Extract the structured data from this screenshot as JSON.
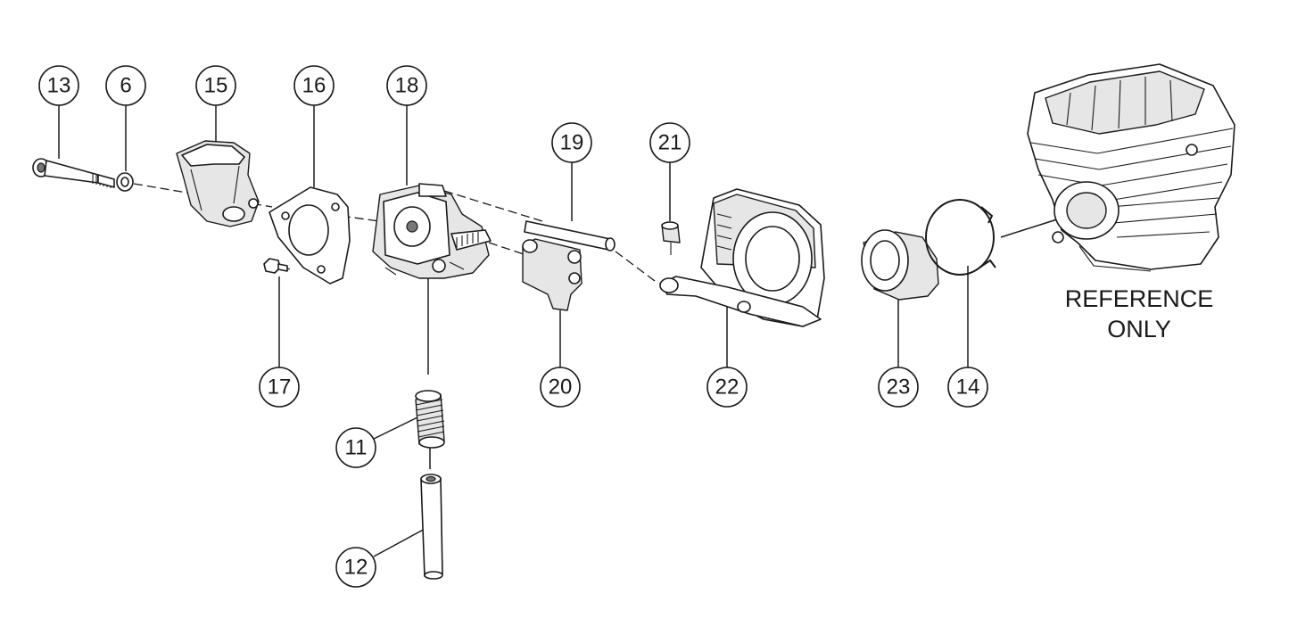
{
  "callouts": {
    "c13": "13",
    "c6": "6",
    "c15": "15",
    "c16": "16",
    "c18": "18",
    "c19": "19",
    "c21": "21",
    "c17": "17",
    "c20": "20",
    "c22": "22",
    "c23": "23",
    "c14": "14",
    "c11": "11",
    "c12": "12"
  },
  "note": {
    "line1": "REFERENCE",
    "line2": "ONLY"
  }
}
